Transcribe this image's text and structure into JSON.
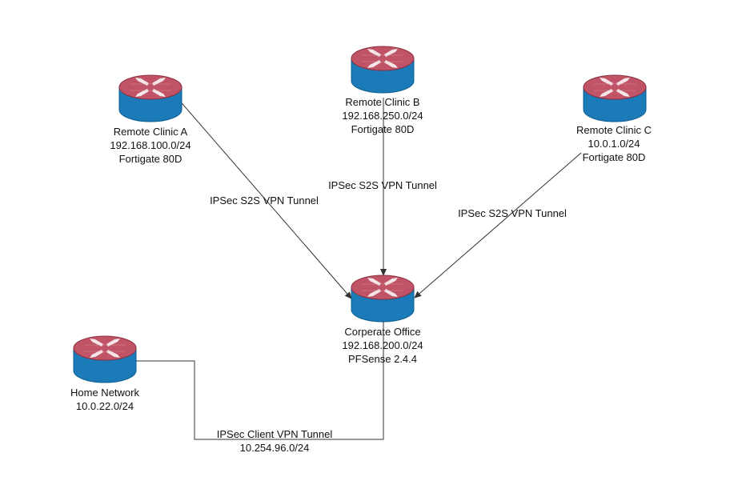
{
  "colors": {
    "router_top": "#c05466",
    "router_top_stroke": "#8c2f3f",
    "router_body": "#1a7bb8",
    "router_body_dark": "#0f5d8f",
    "router_arrows": "#f4e6e8",
    "edge": "#333333"
  },
  "icon": "router-icon",
  "nodes": {
    "clinic_a": {
      "name": "Remote Clinic A",
      "subnet": "192.168.100.0/24",
      "device": "Fortigate 80D"
    },
    "clinic_b": {
      "name": "Remote Clinic B",
      "subnet": "192.168.250.0/24",
      "device": "Fortigate 80D"
    },
    "clinic_c": {
      "name": "Remote Clinic C",
      "subnet": "10.0.1.0/24",
      "device": "Fortigate 80D"
    },
    "corporate": {
      "name": "Corperate Office",
      "subnet": "192.168.200.0/24",
      "device": "PFSense 2.4.4"
    },
    "home": {
      "name": "Home Network",
      "subnet": "10.0.22.0/24"
    }
  },
  "edges": {
    "a_to_corp": {
      "label": "IPSec S2S VPN Tunnel"
    },
    "b_to_corp": {
      "label": "IPSec S2S VPN Tunnel"
    },
    "c_to_corp": {
      "label": "IPSec S2S VPN Tunnel"
    },
    "home_to_corp": {
      "label": "IPSec Client VPN Tunnel",
      "subnet": "10.254.96.0/24"
    }
  }
}
